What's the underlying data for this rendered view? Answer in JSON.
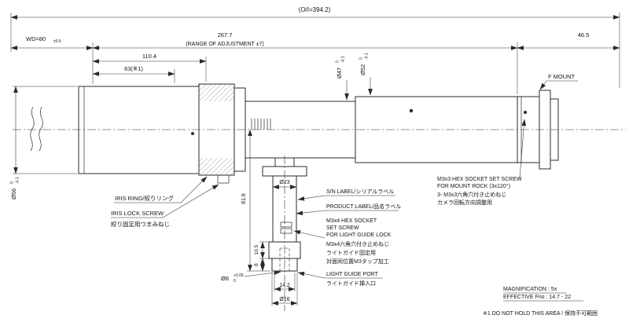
{
  "drawing": {
    "dims": {
      "overall": "(O/I=394.2)",
      "wd": "WD=80",
      "wd_tol": "±0.5",
      "adjust": "267.7",
      "adjust_note": "(RANGE OF ADJUSTMENT ±7)",
      "flange_back": "46.5",
      "front_len": "110.4",
      "grip_len": "63(※1)",
      "dia56": "Ø56",
      "dia56_tol_u": "0",
      "dia56_tol_l": "-0.1",
      "dia47": "Ø47",
      "dia47_tol_u": "0",
      "dia47_tol_l": "-0.1",
      "dia52": "Ø52",
      "dia52_tol_u": "0",
      "dia52_tol_l": "-0.1",
      "dia23": "Ø23",
      "port_height": "81.8",
      "step1": "10.5",
      "step2": "8",
      "dia8": "Ø8",
      "dia8_tol_u": "+0.05",
      "dia8_tol_l": "0",
      "port_w": "14.2",
      "dia16": "Ø16"
    },
    "labels": {
      "f_mount": "F MOUNT",
      "iris_ring": "IRIS RING/絞りリング",
      "iris_lock_1": "IRIS LOCK SCREW",
      "iris_lock_2": "絞り固定用つまみねじ",
      "sn": "S/N LABEL/シリアルラベル",
      "product": "PRODUCT LABEL/品名ラベル",
      "m3x4_1": "M3x4 HEX SOCKET",
      "m3x4_2": "SET SCREW",
      "m3x4_3": "FOR LIGHT GUIDE LOCK",
      "m3x4_4": "M3x4六角穴付き止めねじ",
      "m3x4_5": "ライトガイド固定用",
      "m3x4_6": "対面同位置M3タップ加工",
      "lgp_1": "LIGHT GUIDE PORT",
      "lgp_2": "ライトガイド挿入口",
      "m3x3_1": "M3x3 HEX SOCKET SET SCREW",
      "m3x3_2": "FOR MOUNT ROCK (3x120°)",
      "m3x3_3": "3- M3x3六角穴付き止めねじ",
      "m3x3_4": "カメラ回転方向調整用"
    },
    "notes": {
      "magnification": "MAGNIFICATION : 5x",
      "fno": "EFFECTIVE Fno : 14.7 - 22",
      "hold": "※1 DO NOT HOLD THIS AREA / 保持不可範囲"
    }
  }
}
